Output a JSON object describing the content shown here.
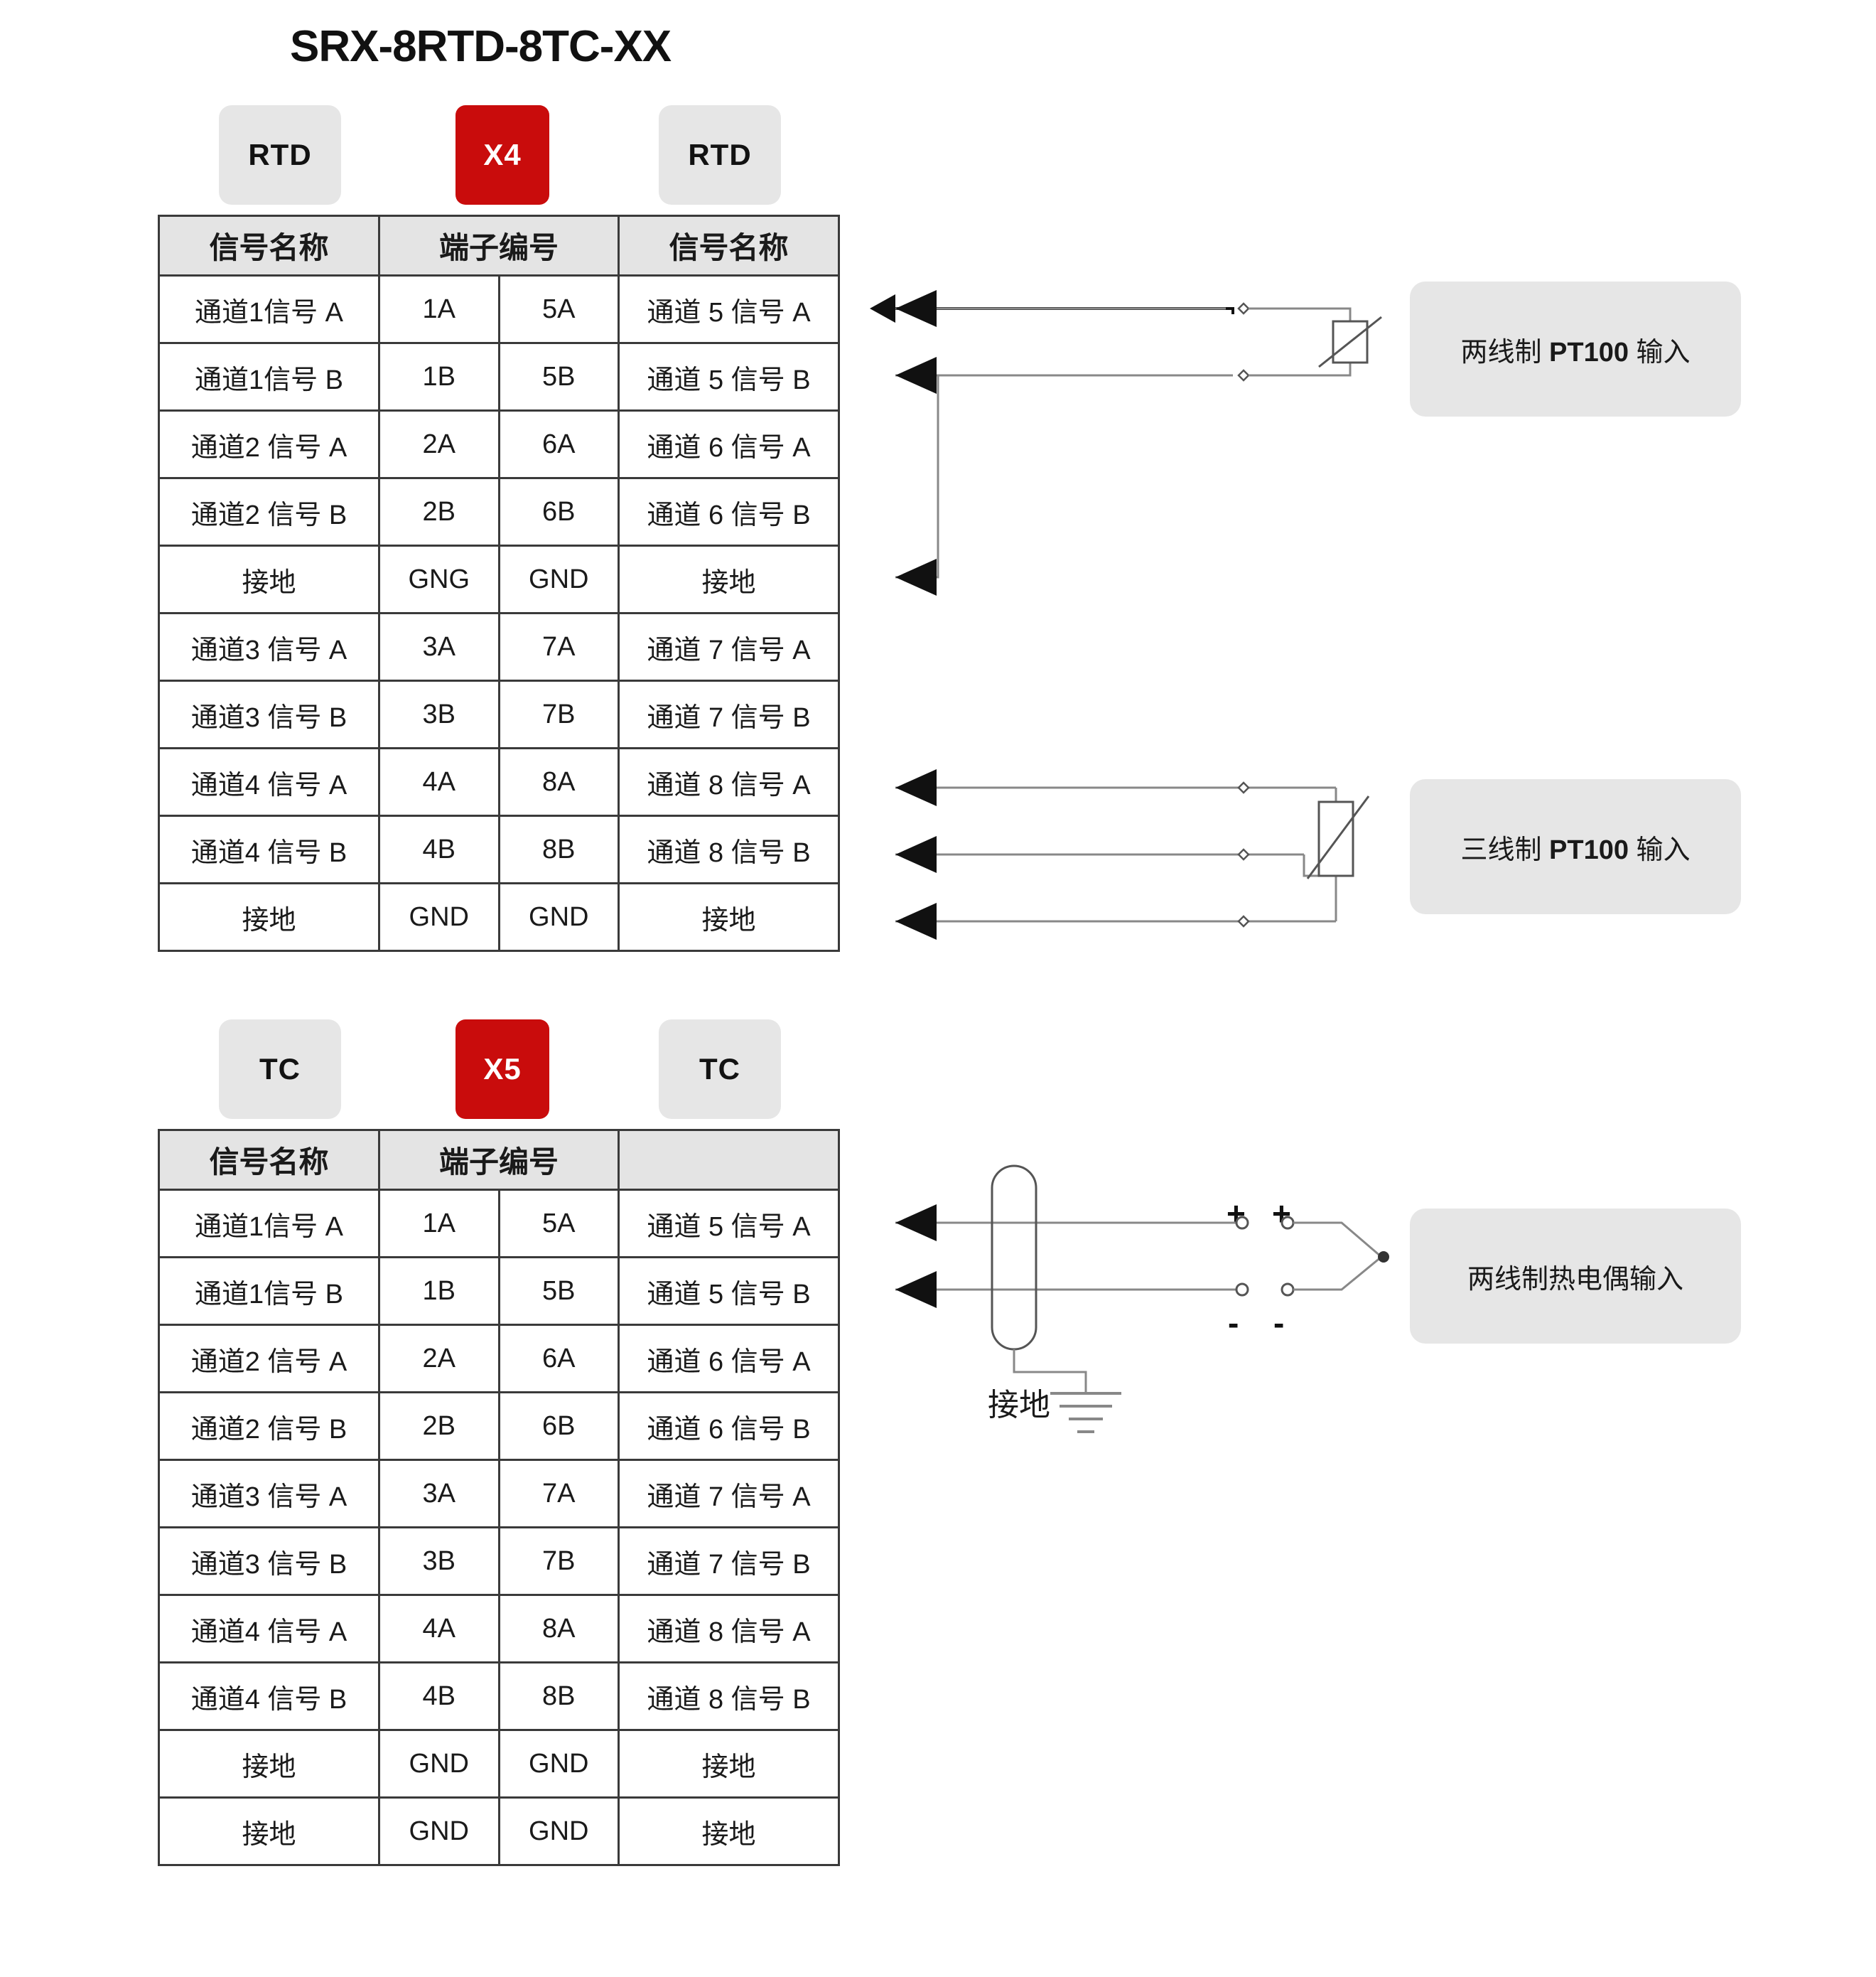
{
  "title": "SRX-8RTD-8TC-XX",
  "colors": {
    "accent_red": "#c90c0c",
    "badge_grey": "#e6e6e6",
    "note_grey": "#e6e6e6",
    "table_border": "#3a3a3a",
    "header_fill": "#e4e4e4"
  },
  "section_rtd": {
    "badges": [
      {
        "label": "RTD",
        "style": "grey"
      },
      {
        "label": "X4",
        "style": "red"
      },
      {
        "label": "RTD",
        "style": "grey"
      }
    ],
    "table": {
      "headers": [
        "信号名称",
        "端子编号",
        "信号名称"
      ],
      "rows": [
        [
          "通道1信号 A",
          "1A",
          "5A",
          "通道 5 信号 A"
        ],
        [
          "通道1信号 B",
          "1B",
          "5B",
          "通道 5 信号 B"
        ],
        [
          "通道2 信号 A",
          "2A",
          "6A",
          "通道 6 信号 A"
        ],
        [
          "通道2 信号 B",
          "2B",
          "6B",
          "通道 6 信号 B"
        ],
        [
          "接地",
          "GNG",
          "GND",
          "接地"
        ],
        [
          "通道3 信号 A",
          "3A",
          "7A",
          "通道 7 信号 A"
        ],
        [
          "通道3 信号 B",
          "3B",
          "7B",
          "通道 7 信号 B"
        ],
        [
          "通道4 信号 A",
          "4A",
          "8A",
          "通道 8 信号 A"
        ],
        [
          "通道4 信号 B",
          "4B",
          "8B",
          "通道 8 信号 B"
        ],
        [
          "接地",
          "GND",
          "GND",
          "接地"
        ]
      ]
    },
    "notes": [
      {
        "prefix": "两线制 ",
        "bold": "PT100",
        "suffix": " 输入"
      },
      {
        "prefix": "三线制 ",
        "bold": "PT100",
        "suffix": " 输入"
      }
    ]
  },
  "section_tc": {
    "badges": [
      {
        "label": "TC",
        "style": "grey"
      },
      {
        "label": "X5",
        "style": "red"
      },
      {
        "label": "TC",
        "style": "grey"
      }
    ],
    "table": {
      "headers": [
        "信号名称",
        "端子编号",
        ""
      ],
      "rows": [
        [
          "通道1信号 A",
          "1A",
          "5A",
          "通道 5 信号 A"
        ],
        [
          "通道1信号 B",
          "1B",
          "5B",
          "通道 5 信号 B"
        ],
        [
          "通道2 信号 A",
          "2A",
          "6A",
          "通道 6 信号 A"
        ],
        [
          "通道2 信号 B",
          "2B",
          "6B",
          "通道 6 信号 B"
        ],
        [
          "通道3 信号 A",
          "3A",
          "7A",
          "通道 7 信号 A"
        ],
        [
          "通道3 信号 B",
          "3B",
          "7B",
          "通道 7 信号 B"
        ],
        [
          "通道4 信号 A",
          "4A",
          "8A",
          "通道 8 信号 A"
        ],
        [
          "通道4 信号 B",
          "4B",
          "8B",
          "通道 8 信号 B"
        ],
        [
          "接地",
          "GND",
          "GND",
          "接地"
        ],
        [
          "接地",
          "GND",
          "GND",
          "接地"
        ]
      ]
    },
    "notes": [
      {
        "prefix": "两线制热电偶输入",
        "bold": "",
        "suffix": ""
      }
    ],
    "ground_label": "接地",
    "polarity": {
      "plus": "+",
      "minus": "-"
    }
  }
}
